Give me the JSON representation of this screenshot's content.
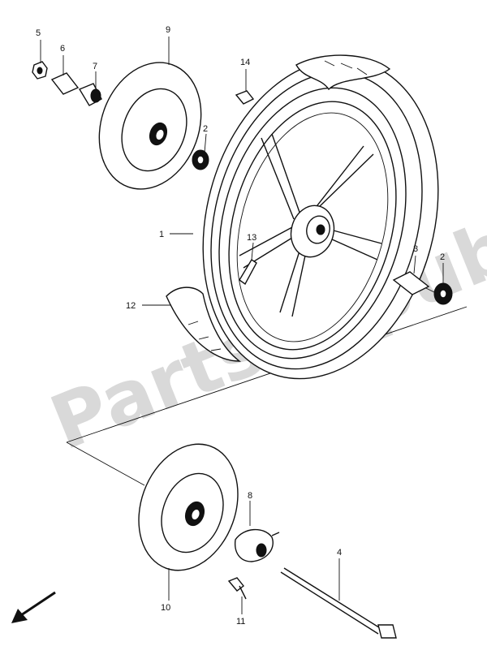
{
  "watermark": {
    "text": "PartsRepublik"
  },
  "parts": [
    {
      "id": "front-tire",
      "number": "1"
    },
    {
      "id": "bearing-right",
      "number": "2"
    },
    {
      "id": "bearing-left",
      "number": "2"
    },
    {
      "id": "spacer",
      "number": "3"
    },
    {
      "id": "axle",
      "number": "4"
    },
    {
      "id": "nut",
      "number": "5"
    },
    {
      "id": "collar",
      "number": "6"
    },
    {
      "id": "spacer-sleeve",
      "number": "7"
    },
    {
      "id": "speedometer-gearbox",
      "number": "8"
    },
    {
      "id": "brake-disc-left",
      "number": "9"
    },
    {
      "id": "brake-disc-right",
      "number": "10"
    },
    {
      "id": "disc-bolt",
      "number": "11"
    },
    {
      "id": "rim-tape",
      "number": "12"
    },
    {
      "id": "valve",
      "number": "13"
    },
    {
      "id": "balance-weight",
      "number": "14"
    }
  ],
  "indicators": {
    "front_arrow_icon": "arrow-down-left-icon"
  }
}
